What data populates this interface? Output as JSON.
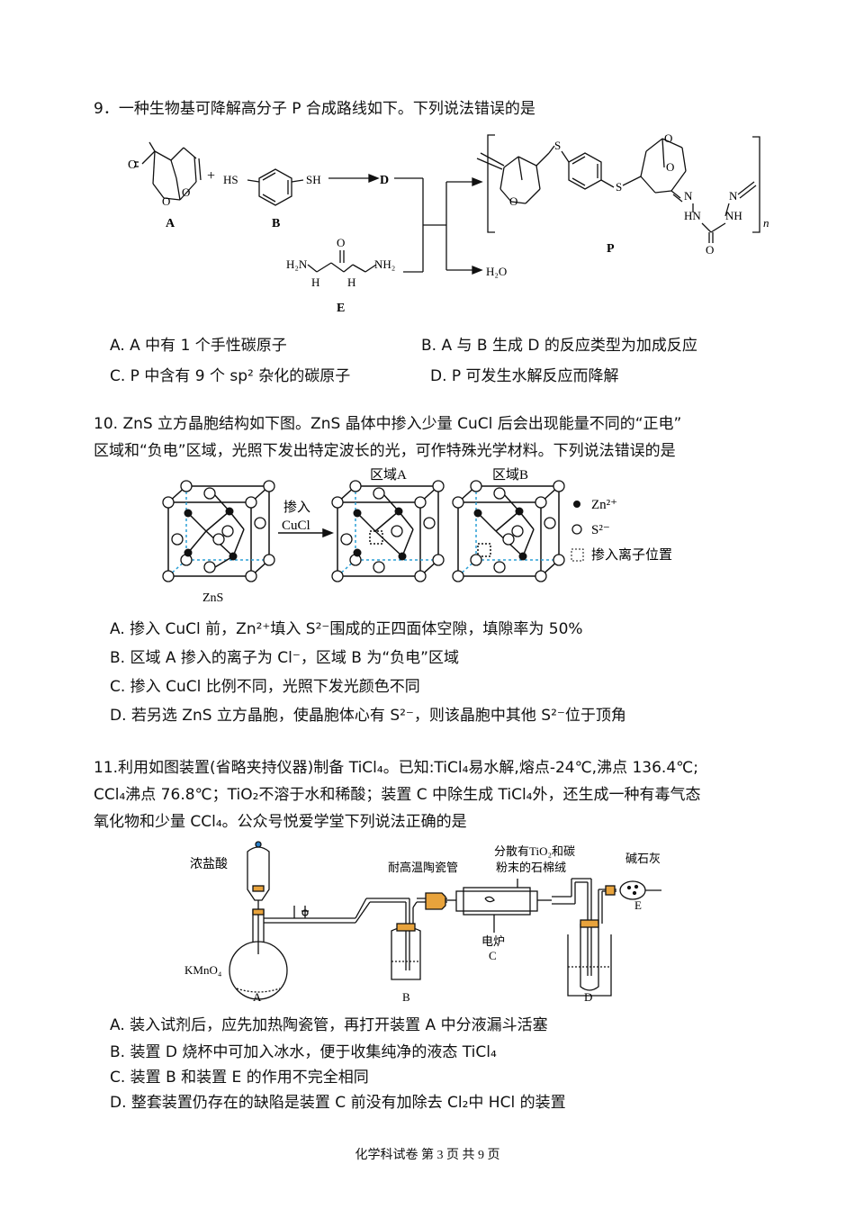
{
  "q9": {
    "stem": "9．一种生物基可降解高分子 P 合成路线如下。下列说法错误的是",
    "labels": {
      "A": "A",
      "B": "B",
      "D": "D",
      "E": "E",
      "P": "P",
      "HS": "HS",
      "SH": "SH",
      "O": "O",
      "H2O": "H₂O",
      "n": "n",
      "H2N": "H₂N",
      "NH2": "NH₂",
      "H": "H",
      "NH": "NH",
      "HN": "HN",
      "N": "N",
      "S": "S",
      "plus": "+"
    },
    "options": {
      "A": "A. A 中有 1 个手性碳原子",
      "B": "B. A 与 B 生成 D 的反应类型为加成反应",
      "C": "C. P 中含有 9 个 sp² 杂化的碳原子",
      "D": "D. P  可发生水解反应而降解"
    }
  },
  "q10": {
    "stem1": "10.   ZnS 立方晶胞结构如下图。ZnS 晶体中掺入少量 CuCl 后会出现能量不同的“正电”",
    "stem2": "区域和“负电”区域，光照下发出特定波长的光，可作特殊光学材料。下列说法错误的是",
    "labels": {
      "dope1": "掺入",
      "dope2": "CuCl",
      "zns": "ZnS",
      "regionA": "区域A",
      "regionB": "区域B",
      "zn": "Zn²⁺",
      "s": "S²⁻",
      "pos": "掺入离子位置"
    },
    "options": {
      "A": "A.  掺入 CuCl 前，Zn²⁺填入 S²⁻围成的正四面体空隙，填隙率为 50%",
      "B": "B.  区域 A 掺入的离子为 Cl⁻，区域 B 为“负电”区域",
      "C": "C.  掺入 CuCl 比例不同，光照下发光颜色不同",
      "D": "D.  若另选 ZnS 立方晶胞，使晶胞体心有 S²⁻，则该晶胞中其他 S²⁻位于顶角"
    }
  },
  "q11": {
    "stem1": "11.利用如图装置(省略夹持仪器)制备 TiCl₄。已知:TiCl₄易水解,熔点-24℃,沸点 136.4℃;",
    "stem2": "CCl₄沸点 76.8℃；TiO₂不溶于水和稀酸；装置 C 中除生成 TiCl₄外，还生成一种有毒气态",
    "stem3": "氧化物和少量 CCl₄。公众号悦爱学堂下列说法正确的是",
    "labels": {
      "acid": "浓盐酸",
      "kmno4": "KMnO₄",
      "tube": "耐高温陶瓷管",
      "asb1": "分散有TiO₂和碳",
      "asb2": "粉末的石棉绒",
      "furnace": "电炉",
      "lime": "碱石灰",
      "A": "A",
      "B": "B",
      "C": "C",
      "D": "D",
      "E": "E"
    },
    "options": {
      "A": "A.  装入试剂后，应先加热陶瓷管，再打开装置 A 中分液漏斗活塞",
      "B": "B.  装置 D 烧杯中可加入冰水，便于收集纯净的液态 TiCl₄",
      "C": "C.  装置 B 和装置 E 的作用不完全相同",
      "D": "D.  整套装置仍存在的缺陷是装置 C 前没有加除去 Cl₂中 HCl 的装置"
    }
  },
  "footer": "化学科试卷 第 3 页 共 9 页"
}
